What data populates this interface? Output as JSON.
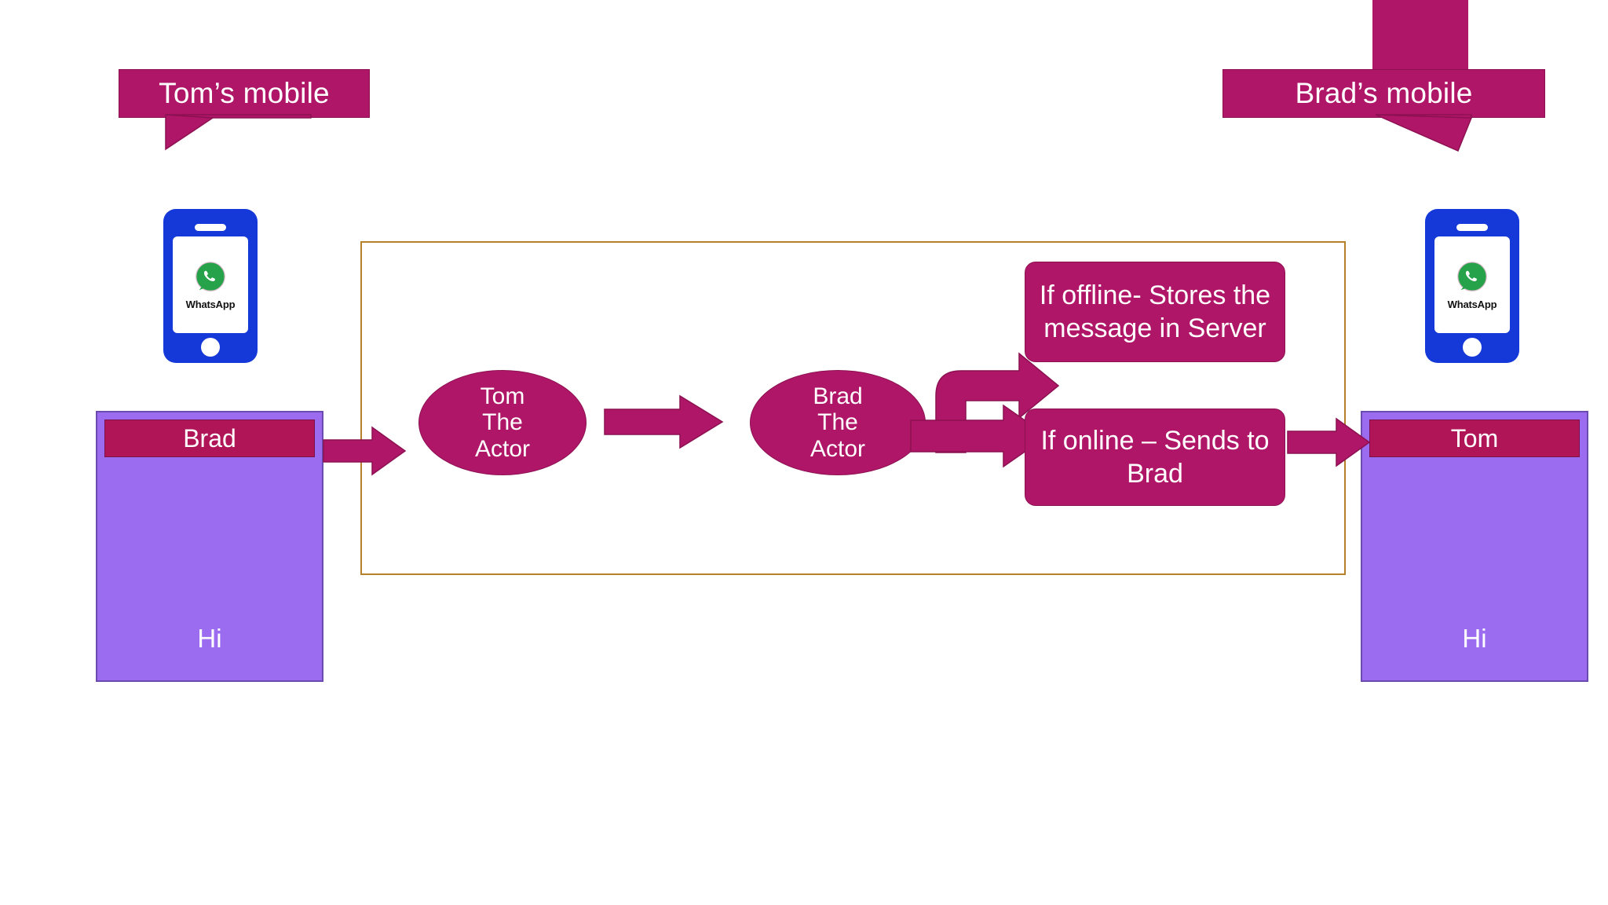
{
  "diagram": {
    "title": "WhatsApp message flow",
    "colors": {
      "magenta": "#B01667",
      "magenta_border": "#8C1152",
      "purple_window": "#9B6BF0",
      "purple_border": "#6B4BB0",
      "titlebar": "#B01657",
      "phone_blue": "#1538D8",
      "brown_border": "#B5812B",
      "whatsapp_green": "#25A24A",
      "white": "#FFFFFF"
    },
    "callouts": [
      {
        "id": "tom-mobile",
        "label": "Tom’s mobile"
      },
      {
        "id": "brad-mobile",
        "label": "Brad’s mobile"
      }
    ],
    "phones": [
      {
        "id": "tom-phone",
        "app_name": "WhatsApp",
        "icon": "whatsapp-icon"
      },
      {
        "id": "brad-phone",
        "app_name": "WhatsApp",
        "icon": "whatsapp-icon"
      }
    ],
    "chat_windows": [
      {
        "id": "tom-chat",
        "contact": "Brad",
        "message": "Hi"
      },
      {
        "id": "brad-chat",
        "contact": "Tom",
        "message": "Hi"
      }
    ],
    "actors": [
      {
        "id": "tom-actor",
        "line1": "Tom",
        "line2": "The",
        "line3": "Actor"
      },
      {
        "id": "brad-actor",
        "line1": "Brad",
        "line2": "The",
        "line3": "Actor"
      }
    ],
    "server_boxes": [
      {
        "id": "offline-box",
        "text": "If offline- Stores the message in Server"
      },
      {
        "id": "online-box",
        "text": "If online – Sends to Brad"
      }
    ]
  }
}
